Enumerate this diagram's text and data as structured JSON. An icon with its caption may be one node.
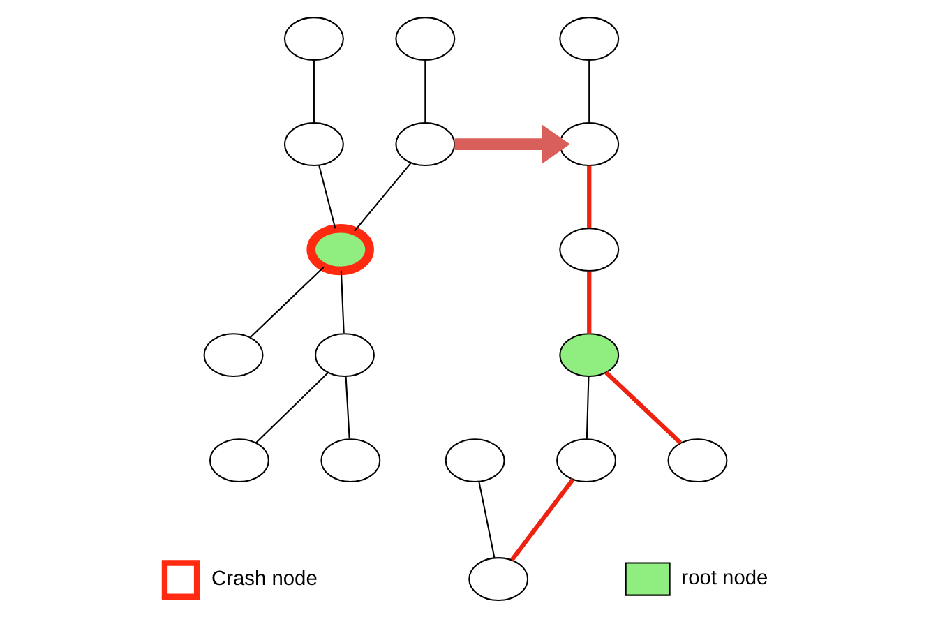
{
  "diagram": {
    "nodes": [
      {
        "text": [],
        "shape": "ellipse"
      },
      {
        "text": [],
        "shape": "ellipse"
      },
      {
        "text": [],
        "shape": "ellipse"
      },
      {
        "text": [],
        "shape": "ellipse"
      },
      {
        "text": [],
        "shape": "ellipse"
      },
      {
        "text": [],
        "shape": "ellipse"
      },
      {
        "text": [],
        "shape": "ellipse"
      },
      {
        "text": [],
        "shape": "ellipse"
      },
      {
        "text": [],
        "shape": "ellipse"
      },
      {
        "text": [],
        "shape": "ellipse"
      },
      {
        "text": [],
        "shape": "ellipse"
      },
      {
        "text": [],
        "shape": "ellipse"
      },
      {
        "text": [],
        "shape": "ellipse"
      },
      {
        "text": [],
        "shape": "ellipse"
      },
      {
        "text": [],
        "shape": "ellipse"
      },
      {
        "text": [],
        "shape": "ellipse"
      },
      {
        "text": [],
        "shape": "ellipse"
      }
    ],
    "edges": [
      {
        "from": 0,
        "to": 2,
        "arrow": "none"
      },
      {
        "from": 1,
        "to": 3,
        "arrow": "none"
      },
      {
        "from": 2,
        "to": 4,
        "arrow": "none"
      },
      {
        "from": 3,
        "to": 4,
        "arrow": "none"
      },
      {
        "from": 4,
        "to": 5,
        "arrow": "none"
      },
      {
        "from": 4,
        "to": 6,
        "arrow": "none"
      },
      {
        "from": 6,
        "to": 7,
        "arrow": "none"
      },
      {
        "from": 6,
        "to": 8,
        "arrow": "none"
      },
      {
        "from": 9,
        "to": 11,
        "arrow": "none"
      },
      {
        "from": 10,
        "to": 12,
        "arrow": "none"
      },
      {
        "from": 11,
        "to": 13,
        "arrow": "none",
        "style": "thick",
        "color": "#ee2211"
      },
      {
        "from": 13,
        "to": 15,
        "arrow": "none",
        "style": "thick",
        "color": "#ee2211"
      },
      {
        "from": 15,
        "to": 14,
        "arrow": "none"
      },
      {
        "from": 14,
        "to": 12,
        "arrow": "none",
        "style": "thick",
        "color": "#ee2211"
      },
      {
        "from": 15,
        "to": 16,
        "arrow": "none",
        "style": "thick",
        "color": "#ee2211"
      },
      {
        "from": 3,
        "to": 11,
        "arrow": "to",
        "style": "thick",
        "color": "#d9605a"
      }
    ],
    "legend": [
      {
        "text": "Crash node"
      },
      {
        "text": "root node",
        "color": "#90ee80"
      }
    ]
  }
}
